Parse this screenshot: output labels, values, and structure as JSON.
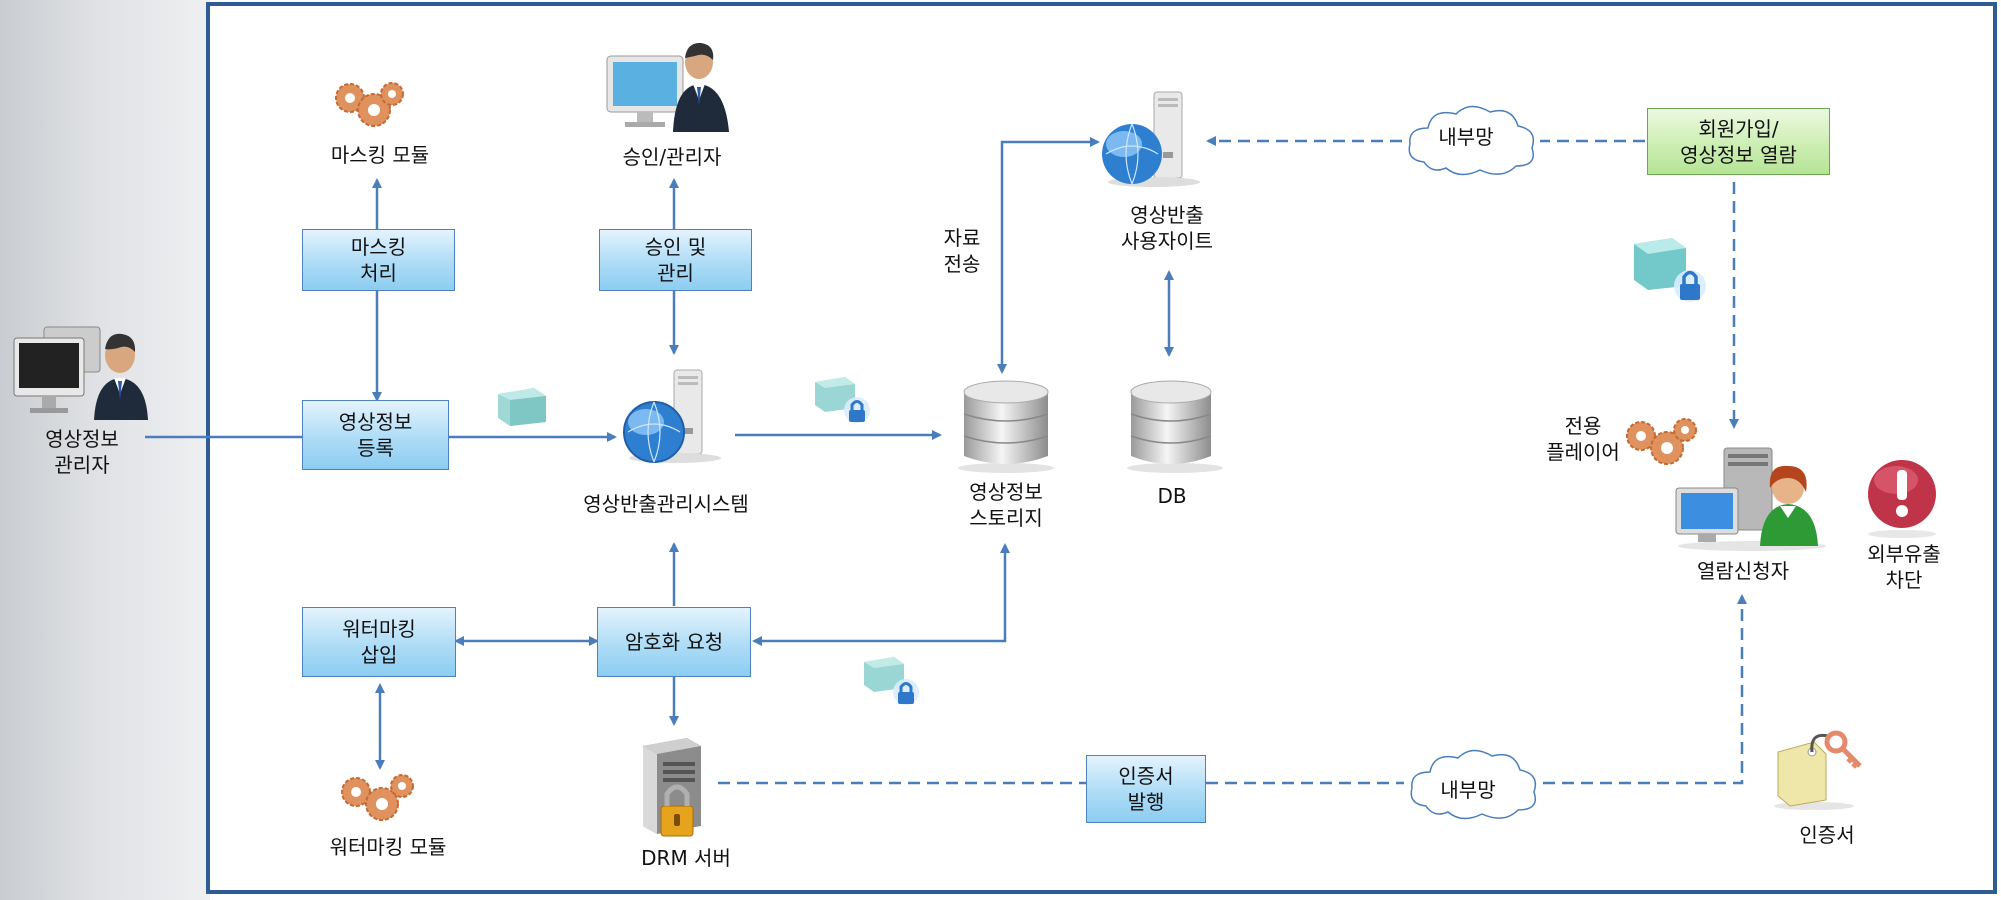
{
  "actors": {
    "video_manager": "영상정보\n관리자",
    "approver": "승인/관리자",
    "viewer_applicant": "열람신청자"
  },
  "modules": {
    "masking_module": "마스킹 모듈",
    "watermark_module": "워터마킹 모듈",
    "dedicated_player": "전용\n플레이어"
  },
  "process_boxes": {
    "masking": "마스킹\n처리",
    "approval": "승인 및\n관리",
    "registration": "영상정보\n등록",
    "watermark_insert": "워터마킹\n삽입",
    "encryption_request": "암호화 요청",
    "cert_issue": "인증서\n발행",
    "member_join": "회원가입/\n영상정보 열람"
  },
  "systems": {
    "export_mgmt_system": "영상반출관리시스템",
    "storage": "영상정보\n스토리지",
    "db": "DB",
    "export_site": "영상반출\n사용자이트",
    "drm_server": "DRM 서버"
  },
  "network": {
    "internal_net_top": "내부망",
    "internal_net_bottom": "내부망"
  },
  "edge_labels": {
    "data_transfer": "자료\n전송"
  },
  "misc": {
    "block_leak": "외부유출\n차단",
    "certificate": "인증서"
  },
  "colors": {
    "frame": "#2e5c93",
    "arrow": "#4a7ebb",
    "box_fill": "#aedcf6",
    "green_box_fill": "#cdeeb3",
    "warning": "#c0344a"
  },
  "icons": [
    "gears-icon",
    "user-computer-icon",
    "globe-server-icon",
    "database-icon",
    "lock-cube-icon",
    "cube-icon",
    "drm-server-lock-icon",
    "cloud-icon",
    "person-pc-icon",
    "warning-icon",
    "key-tag-icon"
  ]
}
